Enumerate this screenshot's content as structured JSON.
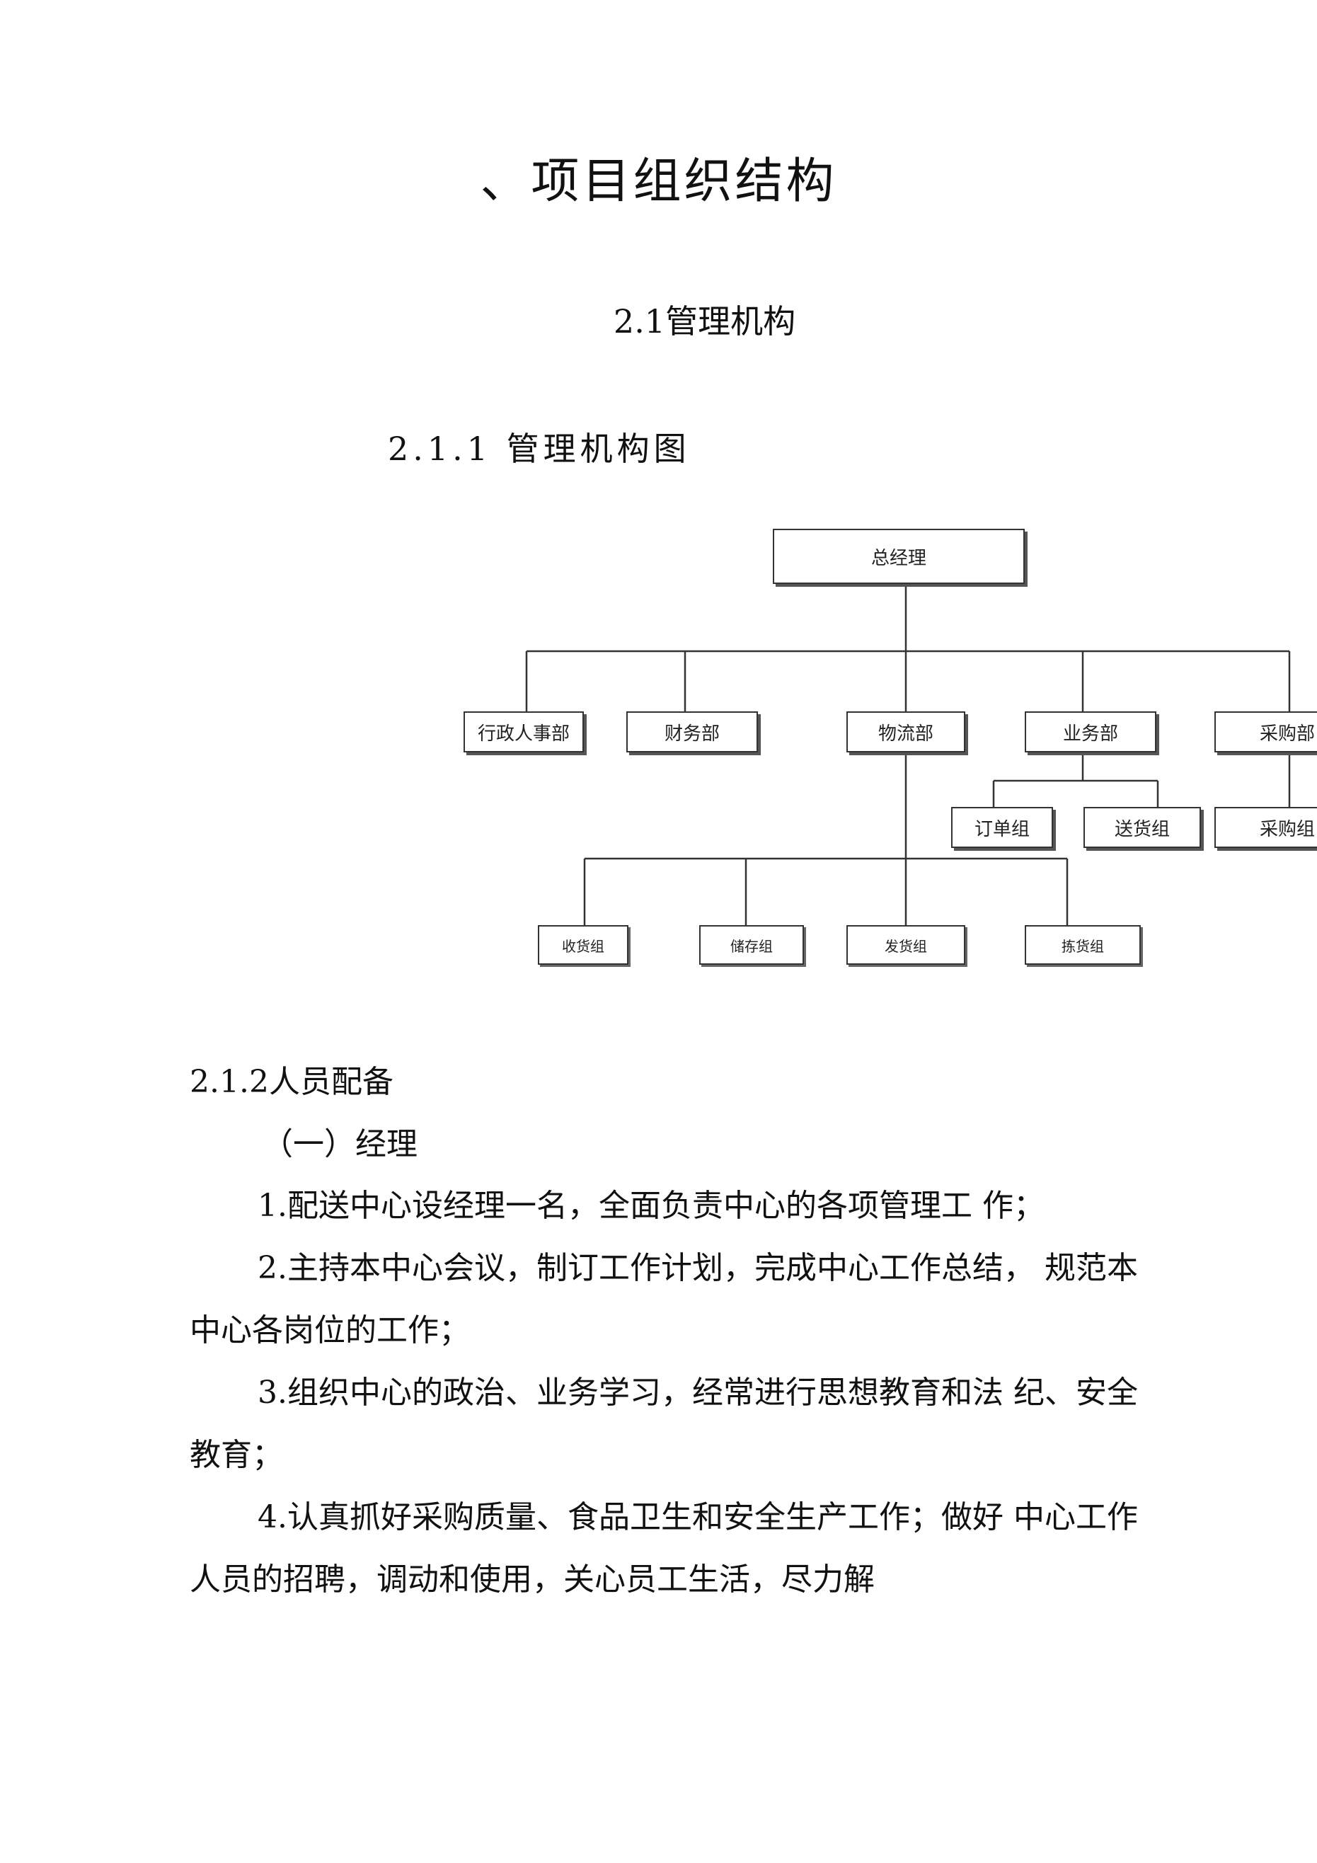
{
  "title": "、项目组织结构",
  "section": {
    "heading": "2.1管理机构"
  },
  "subsection": {
    "heading": "2.1.1 管理机构图"
  },
  "org_chart": {
    "root": "总经理",
    "departments": [
      "行政人事部",
      "财务部",
      "物流部",
      "业务部",
      "采购部"
    ],
    "business_groups": [
      "订单组",
      "送货组"
    ],
    "purchasing_groups": [
      "采购组"
    ],
    "logistics_groups": [
      "收货组",
      "储存组",
      "发货组",
      "拣货组"
    ]
  },
  "staffing": {
    "heading": "2.1.2人员配备",
    "subheading": "（一）经理",
    "items": [
      "1.配送中心设经理一名，全面负责中心的各项管理工 作；",
      "2.主持本中心会议，制订工作计划，完成中心工作总结， 规范本中心各岗位的工作；",
      "3.组织中心的政治、业务学习，经常进行思想教育和法 纪、安全教育；",
      "4.认真抓好采购质量、食品卫生和安全生产工作；做好 中心工作人员的招聘，调动和使用，关心员工生活，尽力解"
    ]
  }
}
